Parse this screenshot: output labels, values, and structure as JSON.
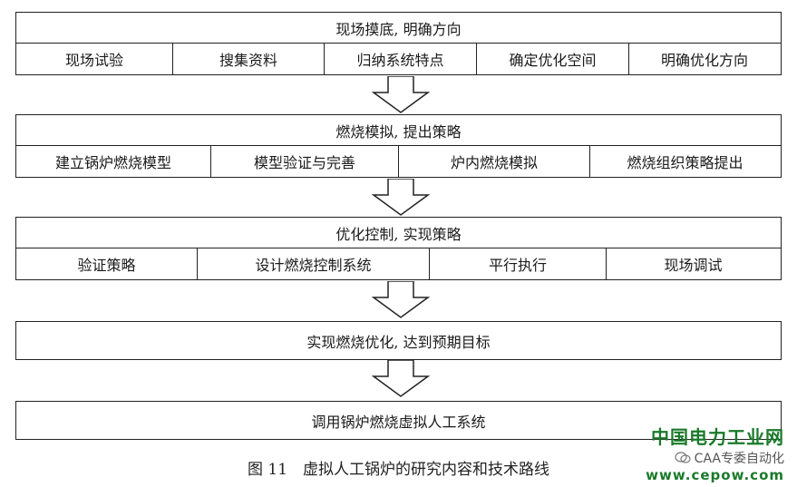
{
  "stage1": {
    "title": "现场摸底, 明确方向",
    "items": [
      "现场试验",
      "搜集资料",
      "归纳系统特点",
      "确定优化空间",
      "明确优化方向"
    ]
  },
  "stage2": {
    "title": "燃烧模拟, 提出策略",
    "items": [
      "建立锅炉燃烧模型",
      "模型验证与完善",
      "炉内燃烧模拟",
      "燃烧组织策略提出"
    ]
  },
  "stage3": {
    "title": "优化控制, 实现策略",
    "items": [
      "验证策略",
      "设计燃烧控制系统",
      "平行执行",
      "现场调试"
    ]
  },
  "stage4": {
    "title": "实现燃烧优化, 达到预期目标"
  },
  "stage5": {
    "title": "调用锅炉燃烧虚拟人工系统"
  },
  "caption": "图 11　虚拟人工锅炉的研究内容和技术路线",
  "watermark": {
    "title": "中国电力工业网",
    "subtitle": "CAA专委自动化",
    "url": "www.cepow.com"
  }
}
